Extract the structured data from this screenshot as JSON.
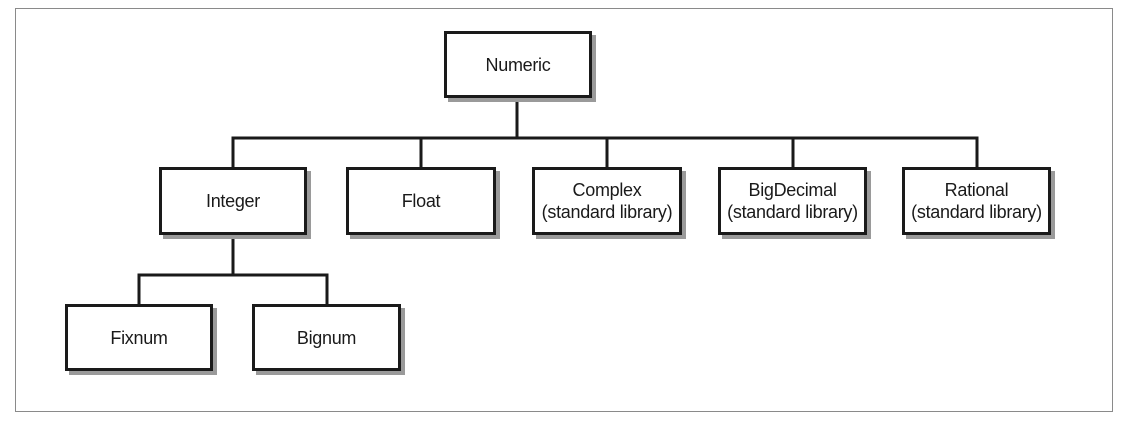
{
  "diagram": {
    "root": {
      "label": "Numeric"
    },
    "children": [
      {
        "label": "Integer",
        "sublabel": ""
      },
      {
        "label": "Float",
        "sublabel": ""
      },
      {
        "label": "Complex",
        "sublabel": "(standard library)"
      },
      {
        "label": "BigDecimal",
        "sublabel": "(standard library)"
      },
      {
        "label": "Rational",
        "sublabel": "(standard library)"
      }
    ],
    "grandchildren": [
      {
        "label": "Fixnum"
      },
      {
        "label": "Bignum"
      }
    ],
    "colors": {
      "line": "#1a1a1a",
      "shadow": "#9a9a9a",
      "frame": "#8a8a8a"
    }
  }
}
